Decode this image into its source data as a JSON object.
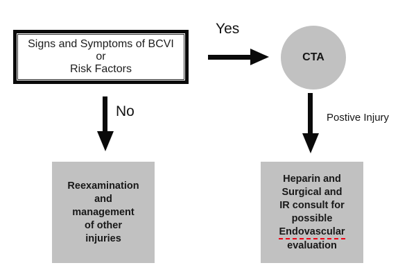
{
  "flowchart": {
    "colors": {
      "node_fill": "#c1c1c1",
      "line": "#0a0a0a",
      "spellcheck_underline": "#f00014",
      "background": "#ffffff"
    },
    "nodes": {
      "decision": {
        "lines": [
          "Signs and Symptoms of BCVI",
          "or",
          "Risk Factors"
        ]
      },
      "cta": {
        "label": "CTA"
      },
      "reexamination": {
        "lines": [
          "Reexamination",
          "and",
          "management",
          "of other",
          "injuries"
        ]
      },
      "heparin": {
        "lines": [
          "Heparin and",
          "Surgical and",
          "IR consult for",
          "possible",
          "Endovascular",
          "evaluation"
        ],
        "misspelled_word": "Endovascular"
      }
    },
    "edges": {
      "yes": {
        "label": "Yes"
      },
      "no": {
        "label": "No"
      },
      "positive": {
        "label": "Postive Injury"
      }
    }
  }
}
